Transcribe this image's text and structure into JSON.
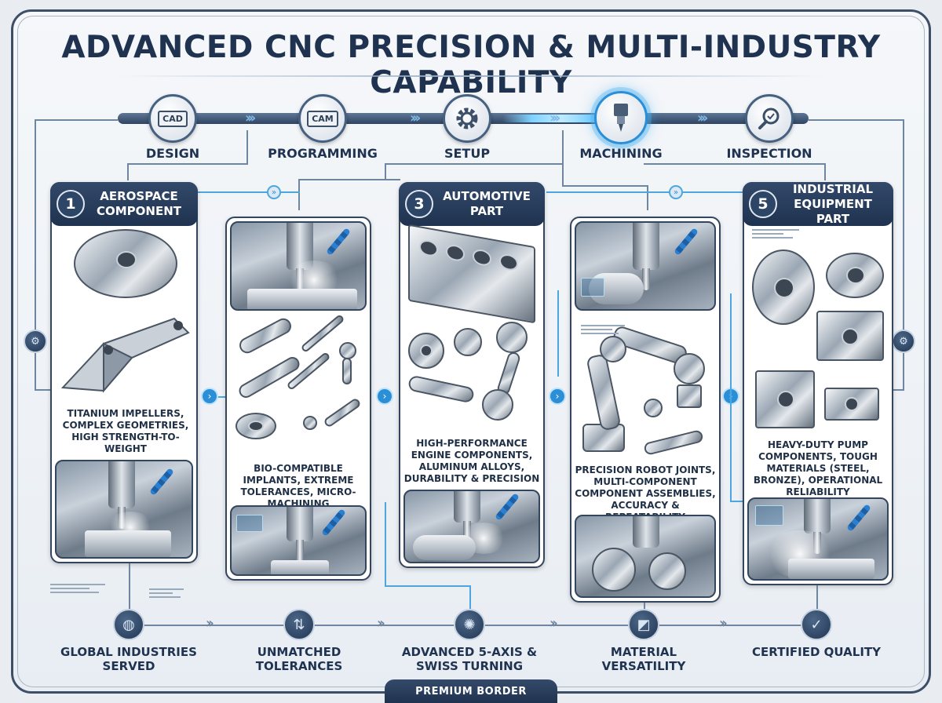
{
  "title": "ADVANCED CNC PRECISION & MULTI-INDUSTRY CAPABILITY",
  "process": [
    {
      "label": "DESIGN",
      "node": "CAD",
      "icon": "cad-screen-icon"
    },
    {
      "label": "PROGRAMMING",
      "node": "CAM",
      "icon": "cam-screen-icon"
    },
    {
      "label": "SETUP",
      "node": "",
      "icon": "gear-icon"
    },
    {
      "label": "MACHINING",
      "node": "",
      "icon": "spindle-icon"
    },
    {
      "label": "INSPECTION",
      "node": "",
      "icon": "magnifier-check-icon"
    }
  ],
  "panels": [
    {
      "num": "1",
      "title": "AEROSPACE COMPONENT",
      "desc": "TITANIUM IMPELLERS, COMPLEX GEOMETRIES, HIGH STRENGTH-TO-WEIGHT"
    },
    {
      "num": "",
      "title": "",
      "desc": "BIO-COMPATIBLE IMPLANTS, EXTREME TOLERANCES, MICRO-MACHINING"
    },
    {
      "num": "3",
      "title": "AUTOMOTIVE PART",
      "desc": "HIGH-PERFORMANCE ENGINE COMPONENTS, ALUMINUM ALLOYS, DURABILITY & PRECISION"
    },
    {
      "num": "",
      "title": "",
      "desc": "PRECISION ROBOT JOINTS, MULTI-COMPONENT COMPONENT ASSEMBLIES, ACCURACY & REPEATABILITY"
    },
    {
      "num": "5",
      "title": "INDUSTRIAL EQUIPMENT PART",
      "desc": "HEAVY-DUTY PUMP COMPONENTS, TOUGH MATERIALS (STEEL, BRONZE), OPERATIONAL RELIABILITY"
    }
  ],
  "features": [
    {
      "label": "GLOBAL INDUSTRIES SERVED",
      "icon": "globe-icon"
    },
    {
      "label": "UNMATCHED TOLERANCES",
      "icon": "tolerance-arrows-icon"
    },
    {
      "label": "ADVANCED 5-AXIS & SWISS TURNING",
      "icon": "turbine-icon"
    },
    {
      "label": "MATERIAL VERSATILITY",
      "icon": "material-icon"
    },
    {
      "label": "CERTIFIED QUALITY",
      "icon": "shield-check-icon"
    }
  ],
  "footer": "PREMIUM BORDER",
  "colors": {
    "navy": "#1f3350",
    "accent": "#4ea6de",
    "steel": "#9aa6b3"
  }
}
